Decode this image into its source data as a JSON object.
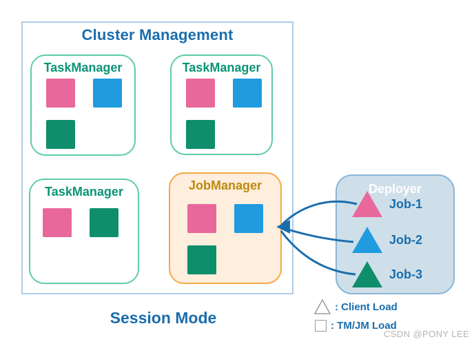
{
  "cluster": {
    "title": "Cluster Management",
    "session_label": "Session Mode",
    "task_managers": [
      {
        "label": "TaskManager",
        "slots": [
          "pink",
          "blue",
          "green"
        ]
      },
      {
        "label": "TaskManager",
        "slots": [
          "pink",
          "blue",
          "green"
        ]
      },
      {
        "label": "TaskManager",
        "slots": [
          "pink",
          "green"
        ]
      }
    ],
    "job_manager": {
      "label": "JobManager",
      "slots": [
        "pink",
        "blue",
        "green"
      ]
    }
  },
  "deployer": {
    "title": "Deployer",
    "jobs": [
      {
        "label": "Job-1",
        "color": "pink"
      },
      {
        "label": "Job-2",
        "color": "blue"
      },
      {
        "label": "Job-3",
        "color": "green"
      }
    ]
  },
  "legend": {
    "client_label": ": Client Load",
    "tmjm_label": ": TM/JM Load"
  },
  "watermark": "CSDN @PONY LEE",
  "colors": {
    "pink": "#e8689c",
    "blue": "#209bdf",
    "green": "#0f8e6c",
    "tm_border": "#5ecda4",
    "tm_text": "#0a9477",
    "jm_border": "#f5a942",
    "jm_bg": "#fdeedd",
    "jm_text": "#bd8a0e",
    "cluster_border": "#aecbe8",
    "blue_text": "#1a6dad",
    "deployer_bg": "#cfdfe9",
    "deployer_border": "#8ab6d9",
    "arrow": "#1a6dad",
    "legend_shape_border": "#9a9a9a",
    "watermark": "#b5b5b5"
  }
}
